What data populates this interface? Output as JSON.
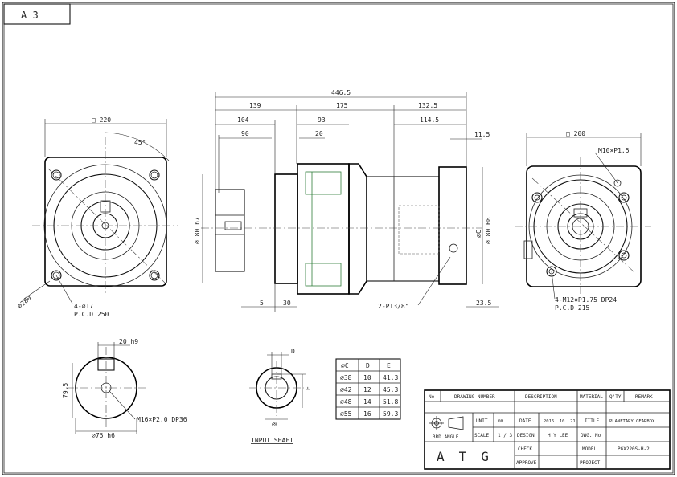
{
  "sheet": {
    "size_label": "A 3"
  },
  "front_view": {
    "square": "□ 220",
    "angle": "45°",
    "diagonal": "⌀280",
    "holes": "4-⌀17",
    "pcd": "P.C.D 250"
  },
  "side_view": {
    "overall": "446.5",
    "d139": "139",
    "d175": "175",
    "d132": "132.5",
    "d104": "104",
    "d93": "93",
    "d114": "114.5",
    "d90": "90",
    "d20": "20",
    "d11": "11.5",
    "bore_left": "⌀180 h7",
    "bore_right": "⌀180 H8",
    "bore_c": "⌀C",
    "d5": "5",
    "d30": "30",
    "pt": "2-PT3/8\"",
    "d23": "23.5"
  },
  "rear_view": {
    "square": "□ 200",
    "tap_top": "M10×P1.5",
    "holes": "4-M12×P1.75  DP24",
    "pcd": "P.C.D 215"
  },
  "output_shaft": {
    "key": "20 h9",
    "height": "79.5",
    "tap": "M16×P2.0  DP36",
    "dia": "⌀75 h6"
  },
  "input_shaft": {
    "label_d": "D",
    "label_e": "E",
    "label_c": "⌀C",
    "title": "INPUT SHAFT"
  },
  "dim_table": {
    "headers": [
      "⌀C",
      "D",
      "E"
    ],
    "rows": [
      [
        "⌀38",
        "10",
        "41.3"
      ],
      [
        "⌀42",
        "12",
        "45.3"
      ],
      [
        "⌀48",
        "14",
        "51.8"
      ],
      [
        "⌀55",
        "16",
        "59.3"
      ]
    ]
  },
  "title_block": {
    "header": [
      "No",
      "DRAWING NUMBER",
      "DESCRIPTION",
      "MATERIAL",
      "Q'TY",
      "REMARK"
    ],
    "unit_label": "UNIT",
    "unit_value": "mm",
    "scale_label": "SCALE",
    "scale_value": "1 / 3",
    "angle_label": "3RD ANGLE",
    "date_label": "DATE",
    "date_value": "2016. 10. 21",
    "design_label": "DESIGN",
    "design_value": "H.Y LEE",
    "check_label": "CHECK",
    "approve_label": "APPROVE",
    "title_label": "TITLE",
    "title_value": "PLANETARY GEARBOX",
    "dwg_label": "DWG. No",
    "model_label": "MODEL",
    "model_value": "PGX220S-H-2",
    "project_label": "PROJECT",
    "logo": "ATG"
  }
}
